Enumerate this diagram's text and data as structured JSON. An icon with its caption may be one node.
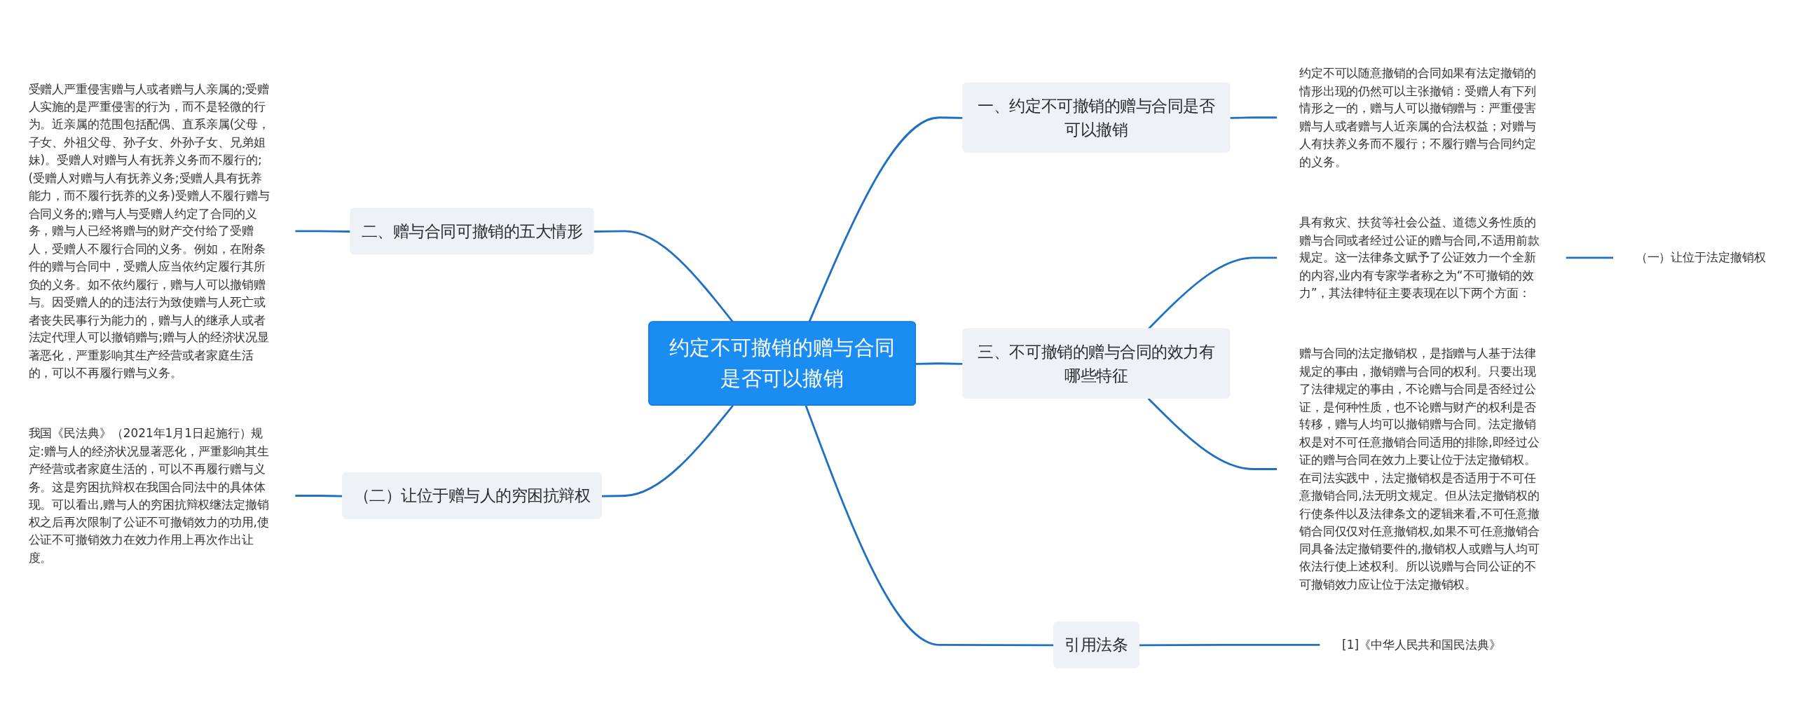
{
  "diagram": {
    "nodes": [
      {
        "text": [
          "约定不可撤销的赠与合同是否可以撤销"
        ]
      },
      {
        "text": [
          "一、约定不可撤销的赠与合同是否可以撤销"
        ]
      },
      {
        "text": [
          "约定不可以随意撤销的合同如果有法定撤销的情形出现的仍然可以主张撤销：受赠人有下列情形之一的，赠与人可以撤销赠与：严重侵害赠与人或者赠与人近亲属的合法权益；对赠与人有扶养义务而不履行；不履行赠与合同约定的义务。"
        ]
      },
      {
        "text": [
          "三、不可撤销的赠与合同的效力有哪些特征"
        ]
      },
      {
        "text": [
          "具有救灾、扶贫等社会公益、道德义务性质的赠与合同或者经过公证的赠与合同,不适用前款规定。这一法律条文赋予了公证效力一个全新的内容,业内有专家学者称之为“不可撤销的效力”，其法律特征主要表现在以下两个方面："
        ]
      },
      {
        "text": [
          "（一）让位于法定撤销权"
        ]
      },
      {
        "text": [
          "赠与合同的法定撤销权，是指赠与人基于法律规定的事由，撤销赠与合同的权利。只要出现了法律规定的事由，不论赠与合同是否经过公证，是何种性质，也不论赠与财产的权利是否转移，赠与人均可以撤销赠与合同。法定撤销权是对不可任意撤销合同适用的排除,即经过公证的赠与合同在效力上要让位于法定撤销权。在司法实践中，法定撤销权是否适用于不可任意撤销合同,法无明文规定。但从法定撤销权的行使条件以及法律条文的逻辑来看,不可任意撤销合同仅仅对任意撤销权,如果不可任意撤销合同具备法定撤销要件的,撤销权人或赠与人均可依法行使上述权利。所以说赠与合同公证的不可撤销效力应让位于法定撤销权。"
        ]
      },
      {
        "text": [
          "引用法条"
        ]
      },
      {
        "text": [
          "[1]《中华人民共和国民法典》"
        ]
      },
      {
        "text": [
          "二、赠与合同可撤销的五大情形"
        ]
      },
      {
        "text": [
          "受赠人严重侵害赠与人或者赠与人亲属的;受赠人实施的是严重侵害的行为，而不是轻微的行为。近亲属的范围包括配偶、直系亲属(父母，子女、外祖父母、孙子女、外孙子女、兄弟姐妹)。受赠人对赠与人有抚养义务而不履行的;(受赠人对赠与人有抚养义务;受赠人具有抚养能力，而不履行抚养的义务)受赠人不履行赠与合同义务的;赠与人与受赠人约定了合同的义务，赠与人已经将赠与的财产交付给了受赠人，受赠人不履行合同的义务。例如，在附条件的赠与合同中，受赠人应当依约定履行其所负的义务。如不依约履行，赠与人可以撤销赠与。因受赠人的的违法行为致使赠与人死亡或者丧失民事行为能力的，赠与人的继承人或者法定代理人可以撤销赠与;赠与人的经济状况显著恶化，严重影响其生产经营或者家庭生活的，可以不再履行赠与义务。"
        ]
      },
      {
        "text": [
          "（二）让位于赠与人的穷困抗辩权"
        ]
      },
      {
        "text": [
          "我国《民法典》（2021年1月1日起施行）规定:赠与人的经济状况显著恶化，严重影响其生产经营或者家庭生活的，可以不再履行赠与义务。这是穷困抗辩权在我国合同法中的具体体现。可以看出,赠与人的穷困抗辩权继法定撤销权之后再次限制了公证不可撤销效力的功用,使公证不可撤销效力在效力作用上再次作出让度。"
        ]
      }
    ],
    "edges": [
      {
        "from": 0,
        "to": 1,
        "arrow": "none"
      },
      {
        "from": 1,
        "to": 2,
        "arrow": "none"
      },
      {
        "from": 0,
        "to": 3,
        "arrow": "none"
      },
      {
        "from": 3,
        "to": 4,
        "arrow": "none"
      },
      {
        "from": 4,
        "to": 5,
        "arrow": "none"
      },
      {
        "from": 3,
        "to": 6,
        "arrow": "none"
      },
      {
        "from": 0,
        "to": 7,
        "arrow": "none"
      },
      {
        "from": 7,
        "to": 8,
        "arrow": "none"
      },
      {
        "from": 9,
        "to": 0,
        "arrow": "none"
      },
      {
        "from": 10,
        "to": 9,
        "arrow": "none"
      },
      {
        "from": 11,
        "to": 0,
        "arrow": "none"
      },
      {
        "from": 12,
        "to": 11,
        "arrow": "none"
      }
    ]
  }
}
